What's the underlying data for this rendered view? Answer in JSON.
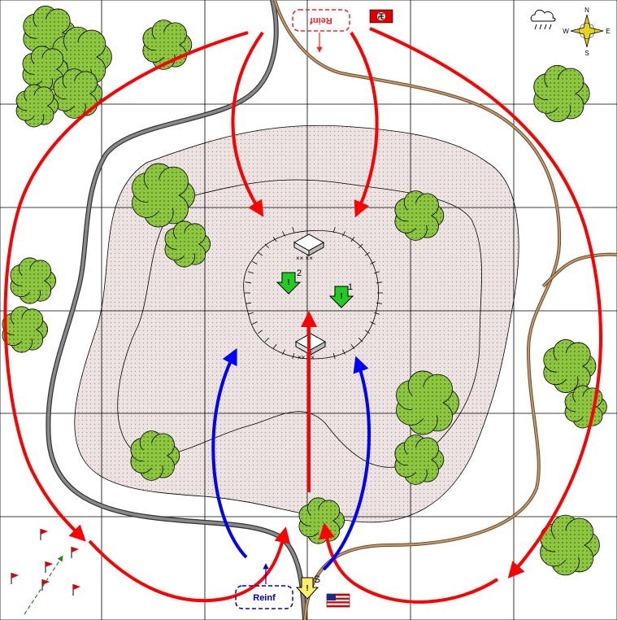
{
  "map": {
    "grid_columns": 6,
    "grid_rows": 6,
    "colors": {
      "background": "#ffffff",
      "grid": "#000000",
      "hill_fill": "#ece3e3",
      "hill_dots": "#b89a9a",
      "tree_fill": "#8dc63f",
      "tree_dots": "#2e4a12",
      "paved_road": "#6b6b6b",
      "dirt_road": "#8b5a2b",
      "axis_red": "#ff0000",
      "axis_blue": "#0000ff",
      "objective_green": "#22cc22",
      "flag_red": "#dd0000",
      "start_marker": "#ffee66",
      "compass": "#e8d020"
    }
  },
  "reinforcements": {
    "german": {
      "label": "Reinf",
      "color": "#ff2222"
    },
    "allied": {
      "label": "Reinf",
      "color": "#0000cc"
    }
  },
  "objectives": [
    {
      "id": "objective-2",
      "number": "2"
    },
    {
      "id": "objective-1",
      "number": "1"
    }
  ],
  "start_marker": {
    "label": "S"
  },
  "factions": {
    "german_flag": "german-flag-icon",
    "us_flag": "us-flag-icon"
  },
  "weather": {
    "icon": "rain-cloud-icon"
  },
  "compass": {
    "icon": "compass-rose-icon",
    "north": "N",
    "south": "S",
    "east": "E",
    "west": "W"
  },
  "buildings": [
    "building-icon",
    "building-icon"
  ],
  "legend_flags": {
    "count": 6,
    "icon": "red-flag-icon"
  }
}
